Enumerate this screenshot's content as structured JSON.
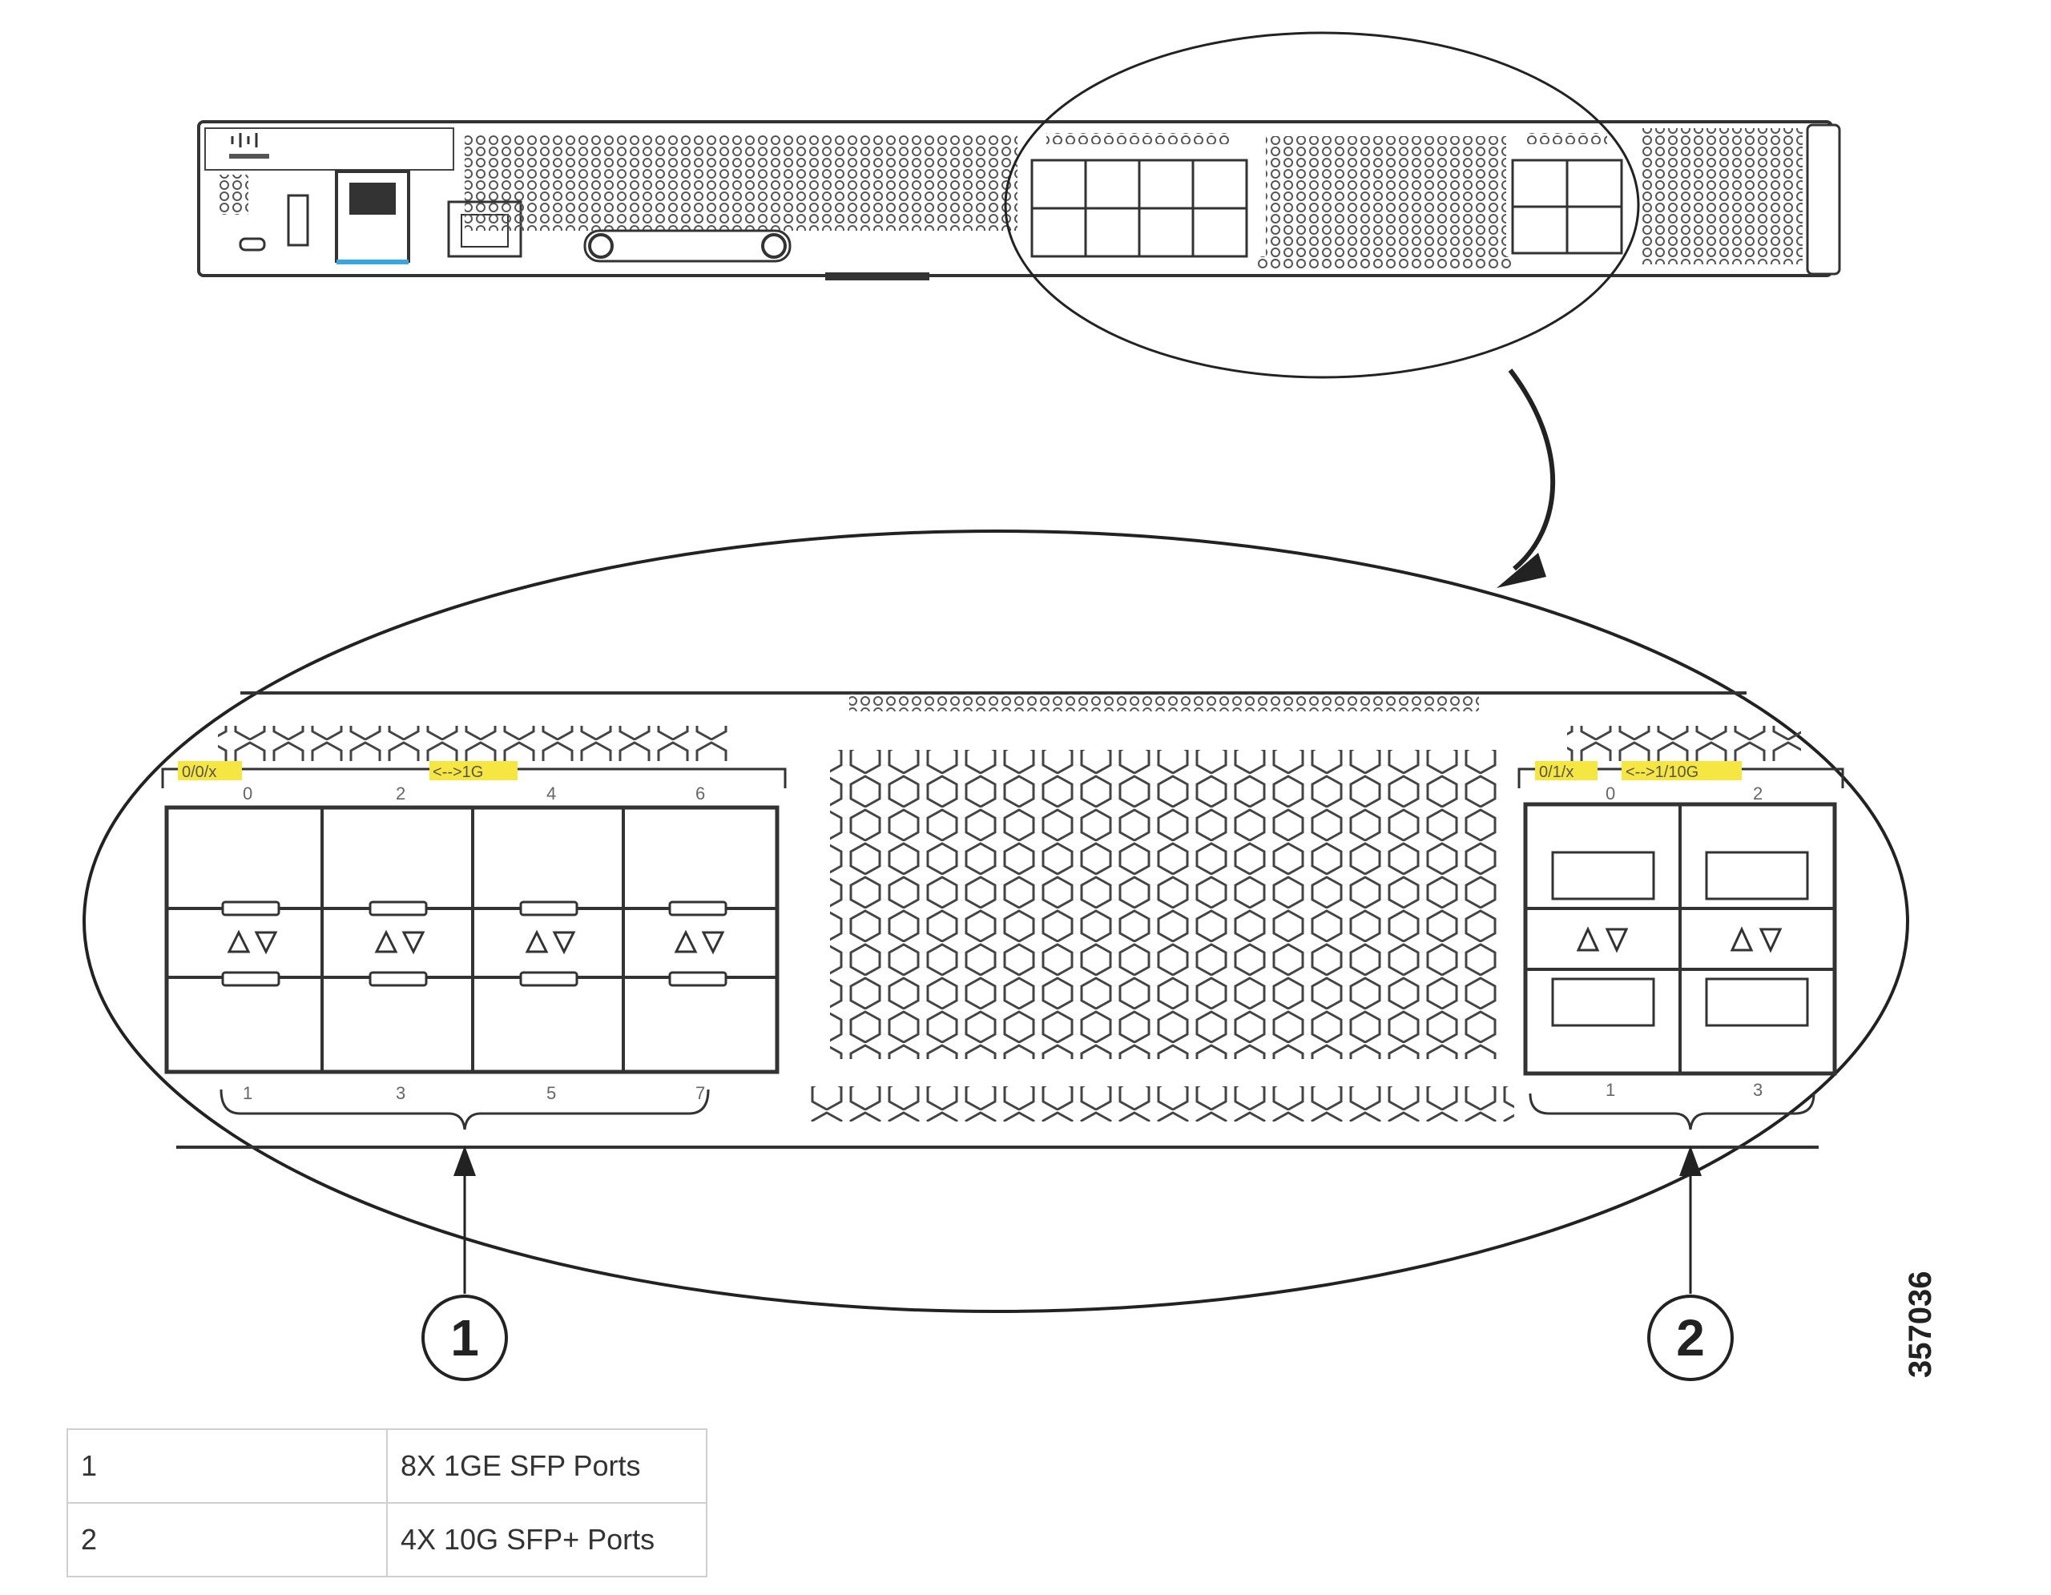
{
  "figure": {
    "slot_group_1": {
      "id_label": "0/0/x",
      "speed_label": "<-->1G",
      "top_ticks": [
        "0",
        "2",
        "4",
        "6"
      ],
      "bottom_ticks": [
        "1",
        "3",
        "5",
        "7"
      ]
    },
    "slot_group_2": {
      "id_label": "0/1/x",
      "speed_label": "<-->1/10G",
      "top_ticks": [
        "0",
        "2"
      ],
      "bottom_ticks": [
        "1",
        "3"
      ]
    },
    "callouts": [
      "1",
      "2"
    ],
    "figure_id": "357036",
    "colors": {
      "label_highlight": "#f5e642",
      "line": "#333333",
      "port_fill": "#ffffff"
    }
  },
  "legend": {
    "rows": [
      {
        "num": "1",
        "desc": "8X 1GE SFP Ports"
      },
      {
        "num": "2",
        "desc": "4X 10G SFP+ Ports"
      }
    ]
  }
}
